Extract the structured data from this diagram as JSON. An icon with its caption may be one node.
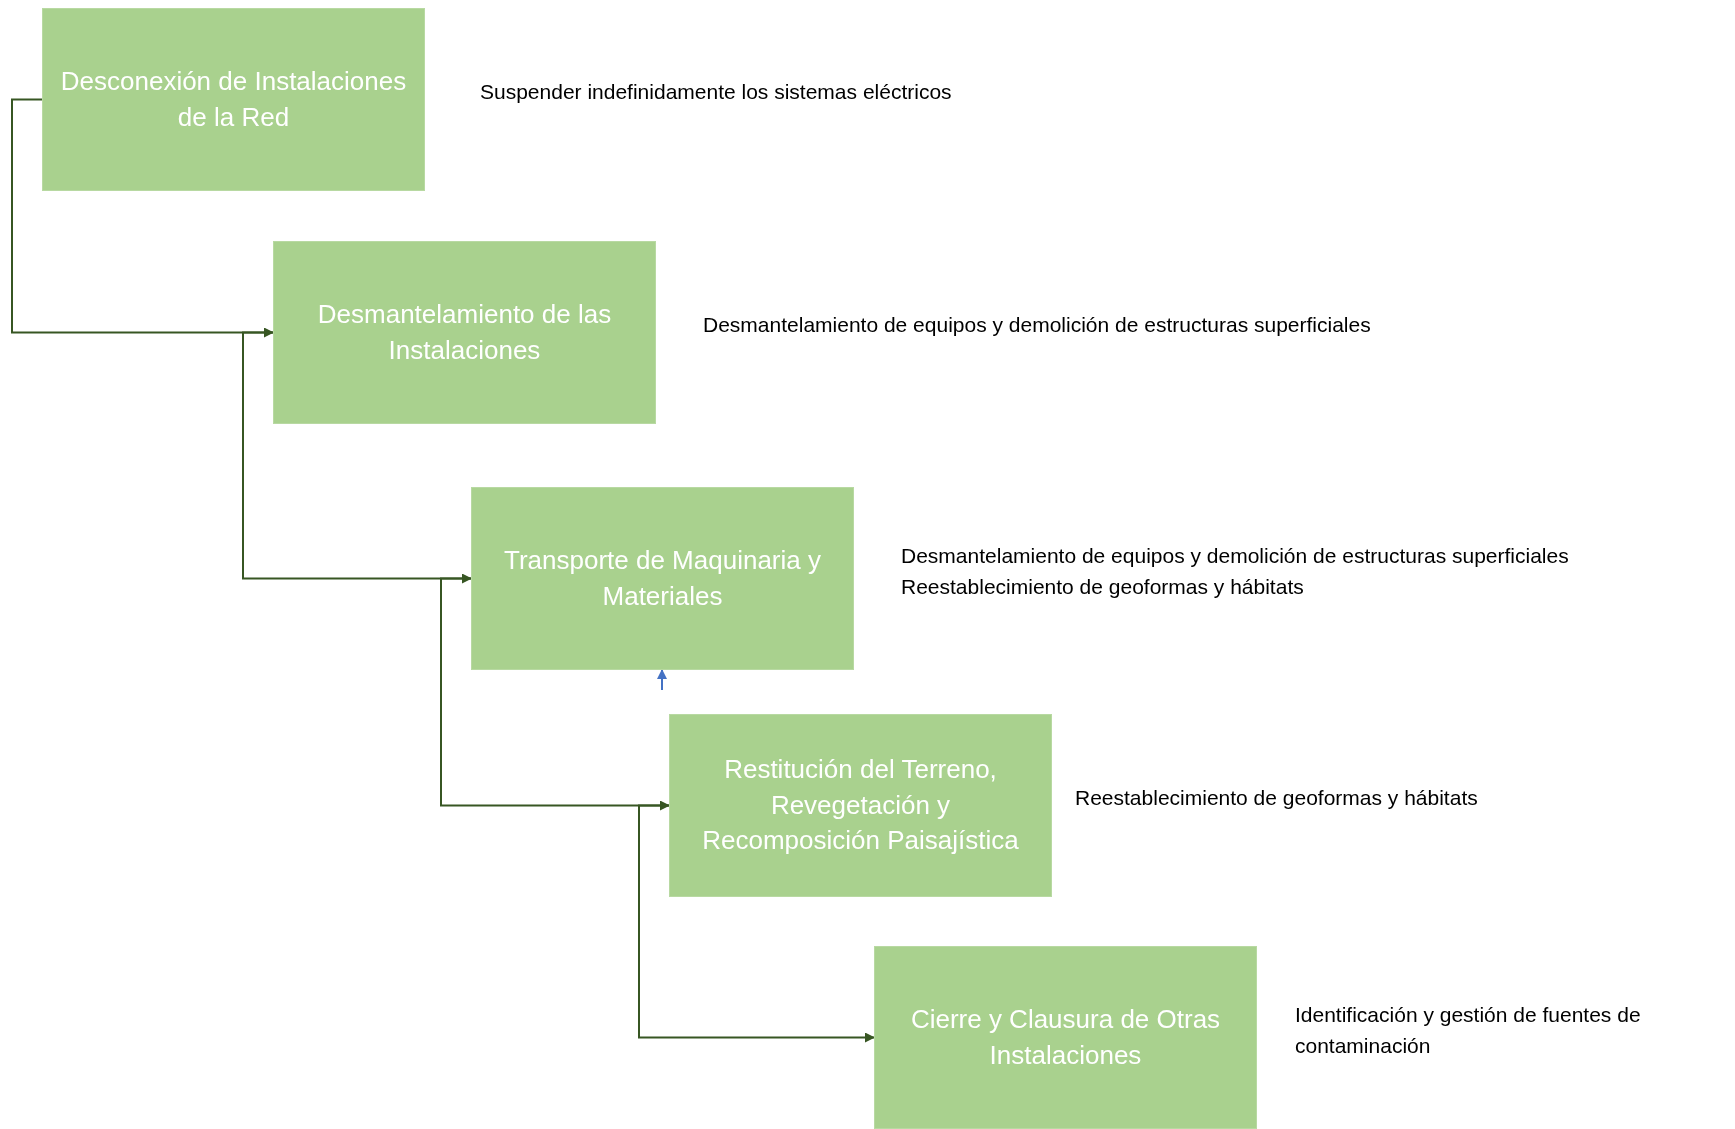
{
  "diagram": {
    "nodes": [
      {
        "text": [
          "Desconexión de Instalaciones de la Red"
        ],
        "beside": [
          "Suspender indefinidamente los sistemas eléctricos"
        ]
      },
      {
        "text": [
          "Desmantelamiento de las Instalaciones"
        ],
        "beside": [
          "Desmantelamiento de equipos y demolición de estructuras superficiales"
        ]
      },
      {
        "text": [
          "Transporte de Maquinaria y Materiales"
        ],
        "beside": [
          "Desmantelamiento de equipos y demolición de estructuras superficiales",
          "Reestablecimiento de geoformas y hábitats"
        ]
      },
      {
        "text": [
          "Restitución del Terreno, Revegetación y Recomposición Paisajística"
        ],
        "beside": [
          "Reestablecimiento de geoformas y hábitats"
        ]
      },
      {
        "text": [
          "Cierre y Clausura de Otras Instalaciones"
        ],
        "beside": [
          "Identificación y gestión de fuentes de contaminación"
        ]
      }
    ],
    "edges": [
      {
        "from": 0,
        "to": 1,
        "arrow": "to"
      },
      {
        "from": 1,
        "to": 2,
        "arrow": "to"
      },
      {
        "from": 2,
        "to": 3,
        "arrow": "to"
      },
      {
        "from": 3,
        "to": 4,
        "arrow": "to"
      },
      {
        "from": null,
        "to": 2,
        "arrow": "to",
        "color": "#4472c4"
      }
    ]
  }
}
